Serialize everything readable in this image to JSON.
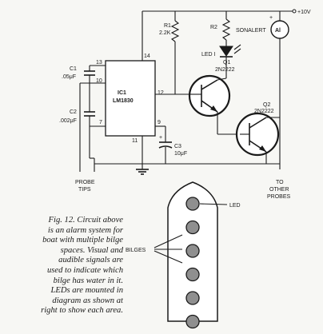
{
  "circuit": {
    "supply": "+10V",
    "r1": "R1",
    "r1_value": "2.2K",
    "r2": "R2",
    "led1": "LED I",
    "sonalert": "SONALERT",
    "sonalert_symbol": "Al",
    "q1": "Q1",
    "q1_part": "2N2222",
    "q2": "Q2",
    "q2_part": "2N2222",
    "ic_ref": "IC1",
    "ic_part": "LM1830",
    "pin13": "13",
    "pin14": "14",
    "pin10": "10",
    "pin12": "12",
    "pin7": "7",
    "pin9": "9",
    "pin11": "11",
    "c1": "C1",
    "c1_value": ".05μF",
    "c2": "C2",
    "c2_value": ".002μF",
    "c3": "C3",
    "c3_value": "10μF",
    "plus_sign": "+",
    "probe_tips_line1": "PROBE",
    "probe_tips_line2": "TIPS",
    "other_probes_line1": "TO",
    "other_probes_line2": "OTHER",
    "other_probes_line3": "PROBES"
  },
  "boat": {
    "led_label": "LED",
    "bilges_label": "BILGES",
    "led_count": 6
  },
  "caption": {
    "line1": "Fig. 12. Circuit above",
    "line2": "is an alarm system for",
    "line3": "boat with multiple bilge",
    "line4": "spaces. Visual and",
    "line5": "audible signals are",
    "line6": "used to indicate which",
    "line7": "bilge has water in it.",
    "line8": "LEDs are mounted in",
    "line9": "diagram as shown at",
    "line10": "right to show each area."
  }
}
